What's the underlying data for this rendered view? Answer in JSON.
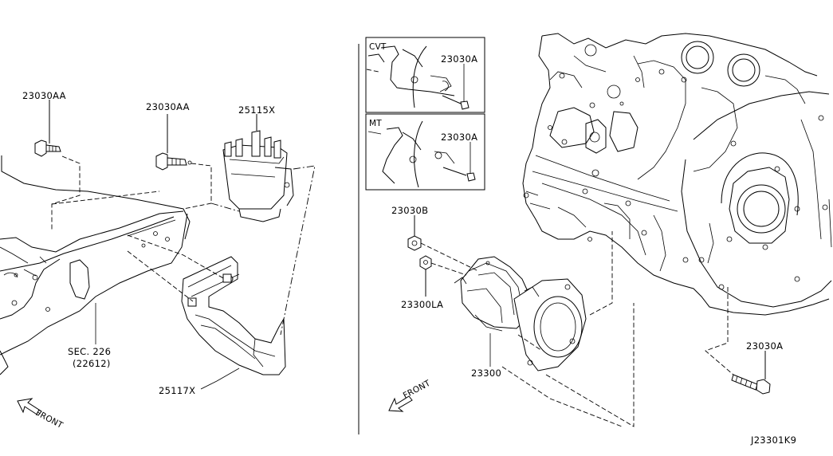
{
  "diagram": {
    "drawing_number": "J23301K9",
    "front_label": "FRONT",
    "inset_labels": [
      "CVT",
      "MT"
    ],
    "part_labels": {
      "bolt_left": "23030AA",
      "bolt_middle": "23030AA",
      "relay": "25115X",
      "section_ref": "SEC. 226",
      "section_sub": "(22612)",
      "bracket": "25117X",
      "inset_cvt_bolt": "23030A",
      "inset_mt_bolt": "23030A",
      "nut": "23030B",
      "washer_nut": "23300LA",
      "starter": "23300",
      "bolt_right": "23030A"
    }
  }
}
